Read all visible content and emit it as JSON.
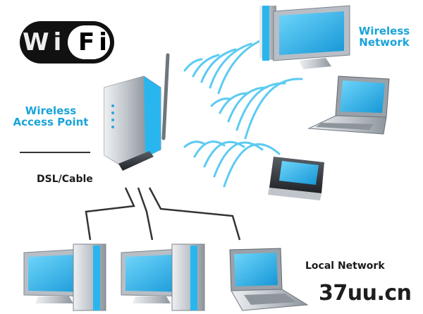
{
  "logo": {
    "text": "Wi Fi"
  },
  "labels": {
    "access_point": "Wireless Access Point",
    "wireless_network": "Wireless Network",
    "dsl_cable": "DSL/Cable",
    "local_network": "Local Network"
  },
  "watermark": {
    "text": "37uu.cn"
  },
  "colors": {
    "label_blue": "#1aa3d9",
    "screen_blue": "#29b6ee",
    "wave_blue": "#5ccbf2",
    "device_silver": "#c9ced4",
    "cable": "#333333"
  }
}
